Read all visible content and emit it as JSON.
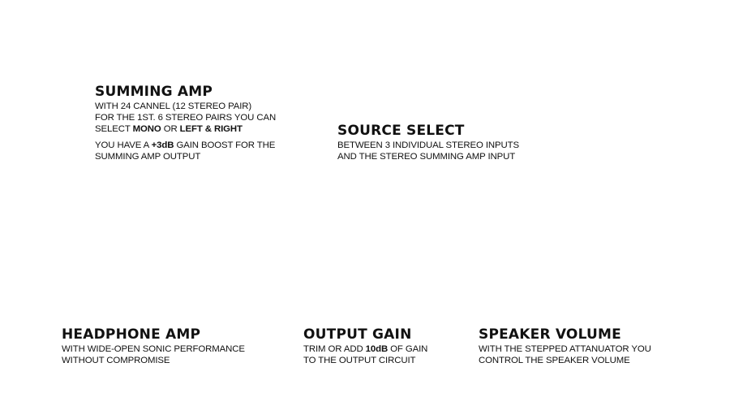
{
  "summing_amp": {
    "title": "SUMMING AMP",
    "line1": "WITH 24 CANNEL (12 STEREO PAIR)",
    "line2": "FOR THE 1ST. 6 STEREO PAIRS YOU CAN",
    "line3_pre": "SELECT ",
    "line3_b1": "MONO",
    "line3_mid": " OR ",
    "line3_b2": "LEFT & RIGHT",
    "line4_pre": "YOU HAVE A ",
    "line4_b": "+3dB",
    "line4_post": " GAIN BOOST FOR THE",
    "line5": "SUMMING AMP OUTPUT"
  },
  "source_select": {
    "title": "SOURCE SELECT",
    "line1": "BETWEEN 3 INDIVIDUAL STEREO INPUTS",
    "line2": "AND THE STEREO SUMMING AMP INPUT"
  },
  "headphone_amp": {
    "title": "HEADPHONE AMP",
    "line1": "WITH WIDE-OPEN SONIC PERFORMANCE",
    "line2": "WITHOUT COMPROMISE"
  },
  "output_gain": {
    "title": "OUTPUT GAIN",
    "line1_pre": "TRIM OR ADD ",
    "line1_b": "10dB",
    "line1_post": " OF GAIN",
    "line2": "TO THE OUTPUT CIRCUIT"
  },
  "speaker_volume": {
    "title": "SPEAKER VOLUME",
    "line1": "WITH THE STEPPED ATTANUATOR YOU",
    "line2": "CONTROL THE SPEAKER VOLUME"
  }
}
